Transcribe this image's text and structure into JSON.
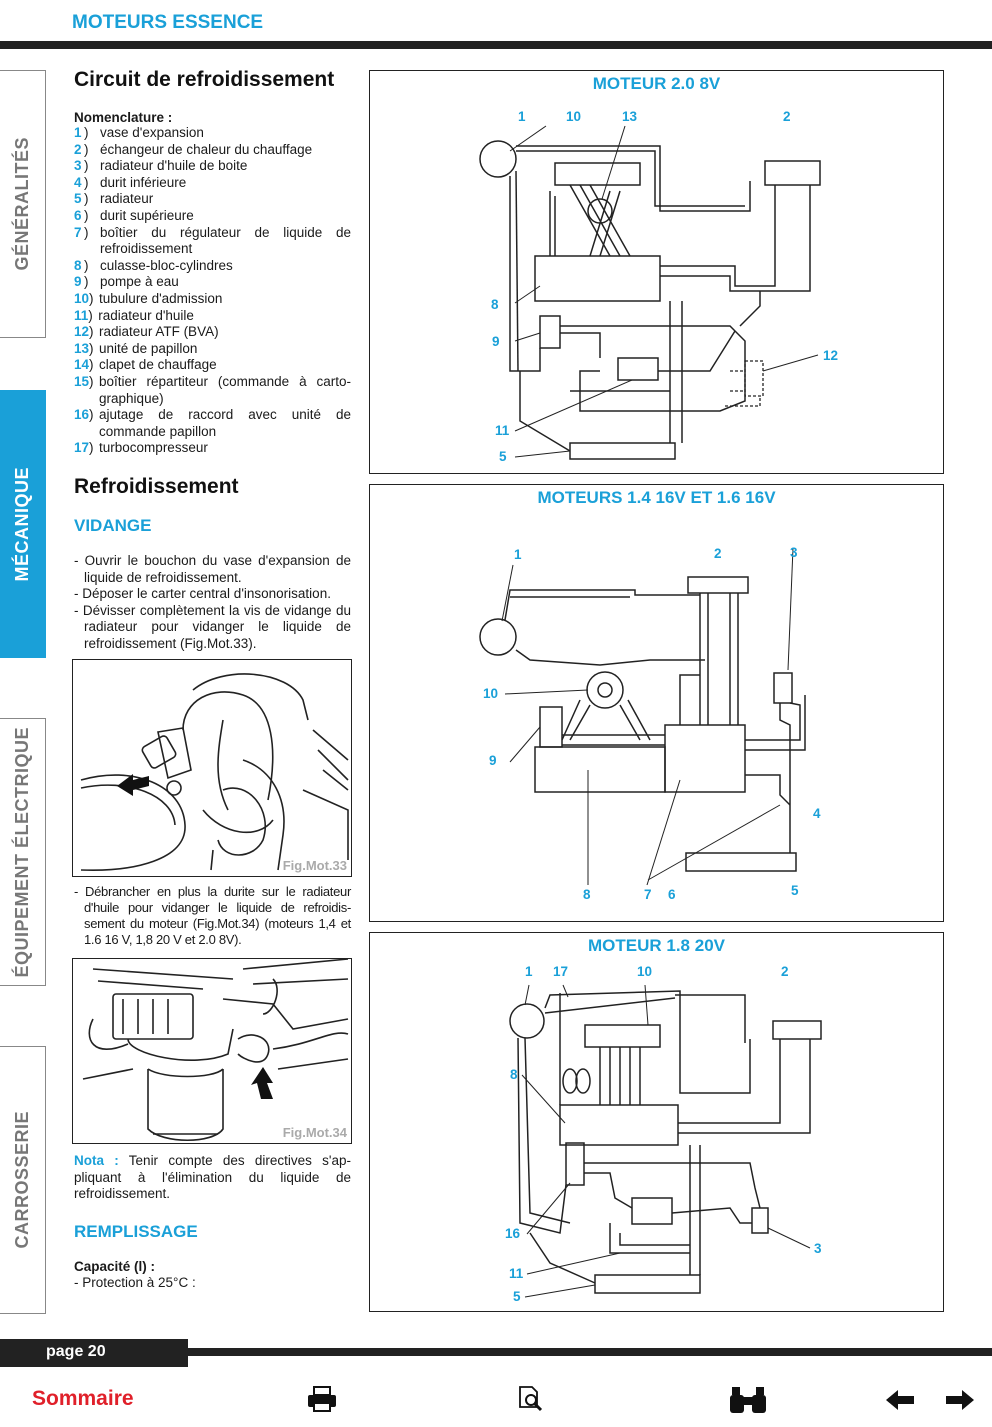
{
  "header": {
    "title": "MOTEURS ESSENCE"
  },
  "tabs": [
    {
      "label": "GÉNÉRALITÉS"
    },
    {
      "label": "MÉCANIQUE"
    },
    {
      "label": "ÉQUIPEMENT ÉLECTRIQUE"
    },
    {
      "label": "CARROSSERIE"
    }
  ],
  "section1": {
    "title": "Circuit de refroidissement",
    "nomenclature_label": "Nomenclature :"
  },
  "nomenclature": [
    {
      "n": "1",
      "t": "vase d'expansion"
    },
    {
      "n": "2",
      "t": "échangeur de chaleur du chauffage"
    },
    {
      "n": "3",
      "t": "radiateur d'huile de boite"
    },
    {
      "n": "4",
      "t": "durit inférieure"
    },
    {
      "n": "5",
      "t": "radiateur"
    },
    {
      "n": "6",
      "t": "durit supérieure"
    },
    {
      "n": "7",
      "t": "boîtier du régulateur de liquide de refroidissement"
    },
    {
      "n": "8",
      "t": "culasse-bloc-cylindres"
    },
    {
      "n": "9",
      "t": "pompe à eau"
    },
    {
      "n": "10",
      "t": "tubulure d'admission"
    },
    {
      "n": "11",
      "t": "radiateur d'huile"
    },
    {
      "n": "12",
      "t": "radiateur ATF (BVA)"
    },
    {
      "n": "13",
      "t": "unité de papillon"
    },
    {
      "n": "14",
      "t": "clapet de chauffage"
    },
    {
      "n": "15",
      "t": "boîtier répartiteur (commande à carto-graphique)"
    },
    {
      "n": "16",
      "t": "ajutage de raccord avec unité de commande papillon"
    },
    {
      "n": "17",
      "t": "turbocompresseur"
    }
  ],
  "section2": {
    "title": "Refroidissement",
    "vidange": "VIDANGE",
    "remplissage": "REMPLISSAGE"
  },
  "vidange_steps": [
    "- Ouvrir le bouchon du vase d'expansion de liquide de refroidissement.",
    "- Déposer le carter central d'insonorisation.",
    "- Dévisser complètement la vis de vidange du radiateur pour vidanger le liquide de refroidissement (Fig.Mot.33)."
  ],
  "fig33": {
    "caption": "Fig.Mot.33"
  },
  "step_after33": "- Débrancher en plus la durite sur le radiateur d'huile pour vidanger le liquide de refroidis-sement du moteur (Fig.Mot.34) (moteurs 1,4 et 1.6 16 V, 1,8 20 V et 2.0 8V).",
  "fig34": {
    "caption": "Fig.Mot.34"
  },
  "nota": {
    "label": "Nota :",
    "text": "Tenir compte des directives s'ap-pliquant à l'élimination du liquide de refroidissement."
  },
  "capacite": {
    "label": "Capacité (l) :",
    "item": "- Protection à 25°C :"
  },
  "panels": [
    {
      "title": "MOTEUR 2.0 8V"
    },
    {
      "title": "MOTEURS 1.4 16V ET 1.6 16V"
    },
    {
      "title": "MOTEUR 1.8 20V"
    }
  ],
  "diagram_labels": {
    "p1": [
      "1",
      "10",
      "13",
      "2",
      "8",
      "9",
      "12",
      "11",
      "5"
    ],
    "p2": [
      "1",
      "2",
      "3",
      "10",
      "9",
      "4",
      "8",
      "7",
      "6",
      "5"
    ],
    "p3": [
      "1",
      "17",
      "10",
      "2",
      "8",
      "16",
      "3",
      "11",
      "5"
    ]
  },
  "footer": {
    "page": "page 20",
    "sommaire": "Sommaire"
  }
}
